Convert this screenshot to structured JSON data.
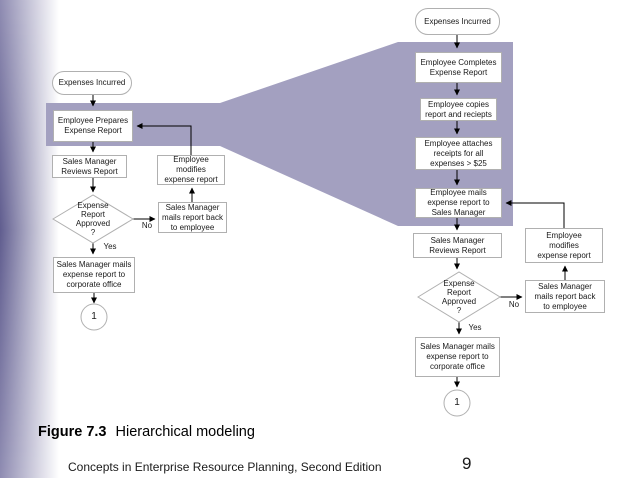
{
  "caption": {
    "figure_label": "Figure 7.3",
    "figure_title": "Hierarchical modeling"
  },
  "footer": {
    "book_title": "Concepts in Enterprise Resource Planning, Second Edition",
    "page_number": "9"
  },
  "colors": {
    "zoom_band": "#a3a0c0",
    "box_border": "#b0b0b0",
    "sidebar_dark": "#605d8f",
    "sidebar_light": "#8f8cb2",
    "line": "#000000"
  },
  "left_chart": {
    "start": "Expenses Incurred",
    "prepare": "Employee Prepares\nExpense Report",
    "review": "Sales Manager\nReviews Report",
    "modify": "Employee\nmodifies\nexpense report",
    "decision": "Expense\nReport\nApproved\n?",
    "mail_back": "Sales Manager\nmails report back\nto employee",
    "mail_corporate": "Sales Manager mails\nexpense report to\ncorporate office",
    "yes_label": "Yes",
    "no_label": "No",
    "connector": "1"
  },
  "right_chart": {
    "start": "Expenses Incurred",
    "complete": "Employee Completes\nExpense Report",
    "copies": "Employee copies\nreport and reciepts",
    "attaches": "Employee attaches\nreceipts for all\nexpenses > $25",
    "mails": "Employee mails\nexpense report to\nSales Manager",
    "review": "Sales Manager\nReviews Report",
    "modify": "Employee\nmodifies\nexpense report",
    "decision": "Expense\nReport\nApproved\n?",
    "mail_back": "Sales Manager\nmails report back\nto employee",
    "mail_corporate": "Sales Manager mails\nexpense report to\ncorporate office",
    "yes_label": "Yes",
    "no_label": "No",
    "connector": "1"
  }
}
